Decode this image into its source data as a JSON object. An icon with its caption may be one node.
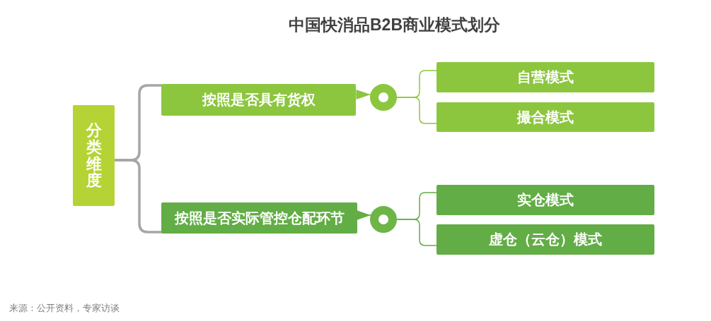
{
  "diagram": {
    "title": "中国快消品B2B商业模式划分",
    "nodes": [
      {
        "text": [
          "分类维度"
        ]
      },
      {
        "text": [
          "按照是否具有货权"
        ]
      },
      {
        "text": [],
        "shape": "circle"
      },
      {
        "text": [
          "自营模式"
        ]
      },
      {
        "text": [
          "撮合模式"
        ]
      },
      {
        "text": [
          "按照是否实际管控仓配环节"
        ]
      },
      {
        "text": [],
        "shape": "circle"
      },
      {
        "text": [
          "实仓模式"
        ]
      },
      {
        "text": [
          "虚仓（云仓）模式"
        ]
      }
    ],
    "edges": [
      {
        "from": 0,
        "to": 1,
        "arrow": "none",
        "style": "thick",
        "color": "#a6a6a6"
      },
      {
        "from": 0,
        "to": 5,
        "arrow": "none",
        "style": "thick",
        "color": "#a6a6a6"
      },
      {
        "from": 1,
        "to": 2,
        "arrow": "to"
      },
      {
        "from": 2,
        "to": 3,
        "arrow": "none"
      },
      {
        "from": 2,
        "to": 4,
        "arrow": "none"
      },
      {
        "from": 5,
        "to": 6,
        "arrow": "to",
        "color": "#62ad45"
      },
      {
        "from": 6,
        "to": 7,
        "arrow": "none",
        "color": "#62ad45"
      },
      {
        "from": 6,
        "to": 8,
        "arrow": "none",
        "color": "#62ad45"
      }
    ],
    "labels": [
      "来源：公开资料，专家访谈"
    ]
  }
}
